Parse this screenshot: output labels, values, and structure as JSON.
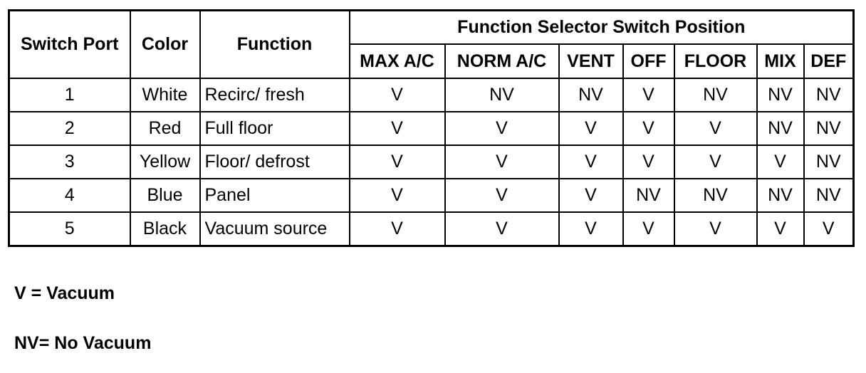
{
  "table": {
    "headers": {
      "switch_port": "Switch Port",
      "color": "Color",
      "function": "Function",
      "position_group": "Function Selector Switch Position",
      "positions": [
        "MAX A/C",
        "NORM A/C",
        "VENT",
        "OFF",
        "FLOOR",
        "MIX",
        "DEF"
      ]
    },
    "rows": [
      {
        "port": "1",
        "color": "White",
        "function": "Recirc/ fresh",
        "values": [
          "V",
          "NV",
          "NV",
          "V",
          "NV",
          "NV",
          "NV"
        ]
      },
      {
        "port": "2",
        "color": "Red",
        "function": "Full floor",
        "values": [
          "V",
          "V",
          "V",
          "V",
          "V",
          "NV",
          "NV"
        ]
      },
      {
        "port": "3",
        "color": "Yellow",
        "function": "Floor/ defrost",
        "values": [
          "V",
          "V",
          "V",
          "V",
          "V",
          "V",
          "NV"
        ]
      },
      {
        "port": "4",
        "color": "Blue",
        "function": "Panel",
        "values": [
          "V",
          "V",
          "V",
          "NV",
          "NV",
          "NV",
          "NV"
        ]
      },
      {
        "port": "5",
        "color": "Black",
        "function": "Vacuum source",
        "values": [
          "V",
          "V",
          "V",
          "V",
          "V",
          "V",
          "V"
        ]
      }
    ]
  },
  "legend": {
    "v": "V = Vacuum",
    "nv": "NV= No Vacuum"
  }
}
